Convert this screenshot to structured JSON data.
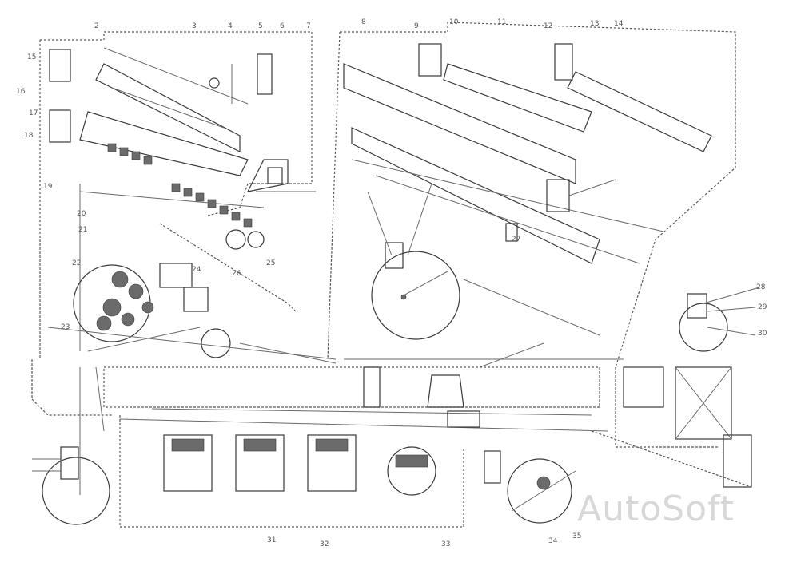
{
  "diagram": {
    "labels": {
      "l2": "2",
      "l3": "3",
      "l4": "4",
      "l5": "5",
      "l6": "6",
      "l7": "7",
      "l8": "8",
      "l9": "9",
      "l10": "10",
      "l11": "11",
      "l12": "12",
      "l13": "13",
      "l14": "14",
      "l15": "15",
      "l16": "16",
      "l17": "17",
      "l18": "18",
      "l19": "19",
      "l20": "20",
      "l21": "21",
      "l22": "22",
      "l23": "23",
      "l24": "24",
      "l25": "25",
      "l26": "26",
      "l27": "27",
      "l28": "28",
      "l29": "29",
      "l30": "30",
      "l31": "31",
      "l32": "32",
      "l33": "33",
      "l34": "34",
      "l35": "35"
    },
    "watermark": "AutoSoft"
  }
}
